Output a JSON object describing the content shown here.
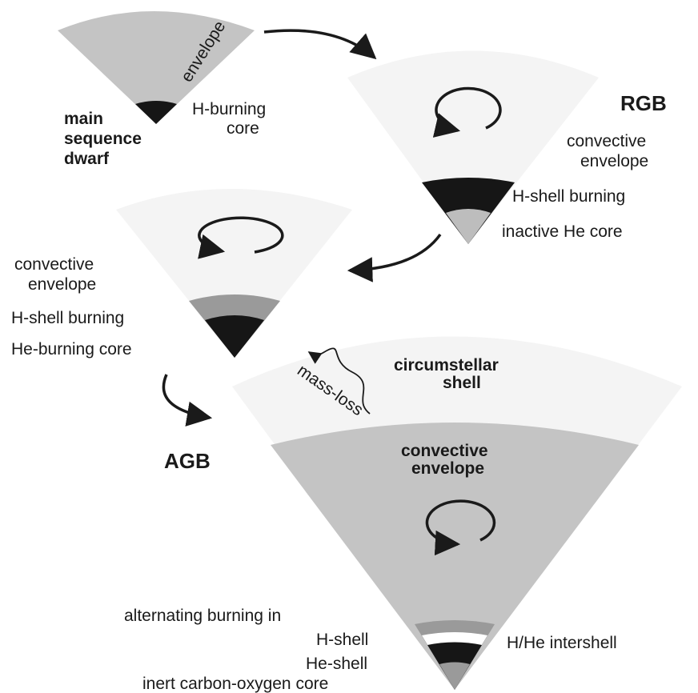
{
  "colors": {
    "light_fan": "#f4f4f4",
    "gray_fan": "#c4c4c4",
    "mid_gray": "#9a9a9a",
    "dark": "#161616",
    "line": "#1a1a1a"
  },
  "stages": {
    "main_sequence": {
      "title_lines": [
        "main",
        "sequence",
        "dwarf"
      ],
      "envelope": "envelope",
      "core_lines": [
        "H-burning",
        "core"
      ]
    },
    "rgb": {
      "title": "RGB",
      "envelope_lines": [
        "convective",
        "envelope"
      ],
      "shell": "H-shell burning",
      "core": "inactive He core"
    },
    "hb": {
      "envelope_lines": [
        "convective",
        "envelope"
      ],
      "shell": "H-shell burning",
      "core": "He-burning core"
    },
    "agb": {
      "title": "AGB",
      "outer_lines": [
        "circumstellar",
        "shell"
      ],
      "mass_loss": "mass-loss",
      "envelope_lines": [
        "convective",
        "envelope"
      ],
      "alternating": "alternating burning in",
      "h_shell": "H-shell",
      "intershell": "H/He intershell",
      "he_shell": "He-shell",
      "core": "inert carbon-oxygen core"
    }
  }
}
